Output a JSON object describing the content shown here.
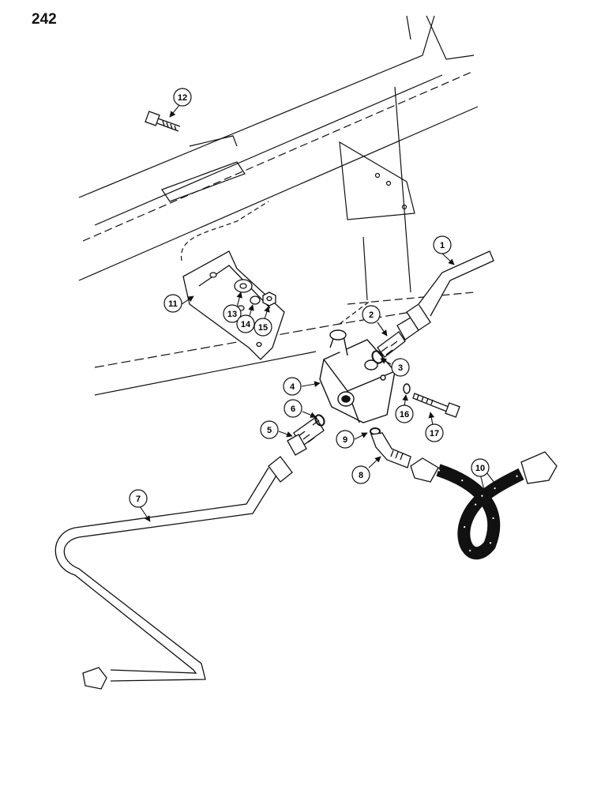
{
  "page": {
    "number": "242"
  },
  "callouts": [
    {
      "id": "c1",
      "label": "1"
    },
    {
      "id": "c2",
      "label": "2"
    },
    {
      "id": "c3",
      "label": "3"
    },
    {
      "id": "c4",
      "label": "4"
    },
    {
      "id": "c5",
      "label": "5"
    },
    {
      "id": "c6",
      "label": "6"
    },
    {
      "id": "c7",
      "label": "7"
    },
    {
      "id": "c8",
      "label": "8"
    },
    {
      "id": "c9",
      "label": "9"
    },
    {
      "id": "c10",
      "label": "10"
    },
    {
      "id": "c11",
      "label": "11"
    },
    {
      "id": "c12",
      "label": "12"
    },
    {
      "id": "c13",
      "label": "13"
    },
    {
      "id": "c14",
      "label": "14"
    },
    {
      "id": "c15",
      "label": "15"
    },
    {
      "id": "c16",
      "label": "16"
    },
    {
      "id": "c17",
      "label": "17"
    }
  ]
}
